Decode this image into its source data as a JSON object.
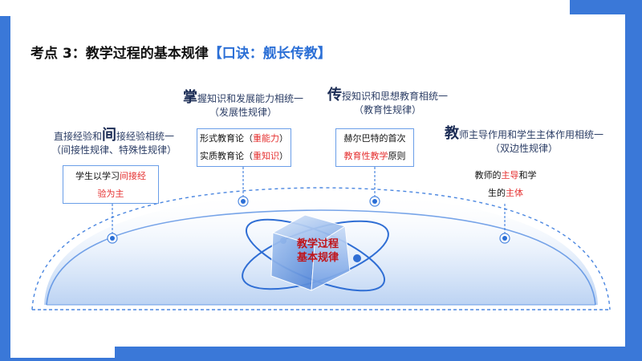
{
  "title": {
    "main": "考点 3：教学过程的基本规律",
    "mnemonic": "【口诀：舰长传教】"
  },
  "principles": {
    "indirect": {
      "big_char": "间",
      "before": "直接经验和",
      "after": "接经验相统一",
      "sub": "（间接性规律、特殊性规律）"
    },
    "master": {
      "big_char": "掌",
      "after": "握知识和发展能力相统一",
      "sub": "（发展性规律）"
    },
    "transmit": {
      "big_char": "传",
      "after": "授知识和思想教育相统一",
      "sub": "（教育性规律）"
    },
    "teacher": {
      "big_char": "教",
      "after": "师主导作用和学生主体作用相统一",
      "sub": "（双边性规律）"
    }
  },
  "boxes": {
    "indirect": {
      "line1_plain": "学生以学习",
      "line1_red": "间接经",
      "line2_red": "验为主"
    },
    "master": {
      "line1_plain": "形式教育论（",
      "line1_red": "重能力",
      "line1_end": "）",
      "line2_plain": "实质教育论（",
      "line2_red": "重知识",
      "line2_end": "）"
    },
    "transmit": {
      "line1_plain": "赫尔巴特的首次",
      "line2_red": "教育性教学",
      "line2_end": "原则"
    },
    "teacher": {
      "line1_plain": "教师的",
      "line1_red": "主导",
      "line1_end": "和学",
      "line2_plain": "生的",
      "line2_red": "主体"
    }
  },
  "center": {
    "line1": "教学过程",
    "line2": "基本规律"
  },
  "colors": {
    "background": "#3a78d8",
    "accent": "#2b6fd6",
    "emphasis_red": "#e53030",
    "dome_blue": "#4a86e0"
  }
}
